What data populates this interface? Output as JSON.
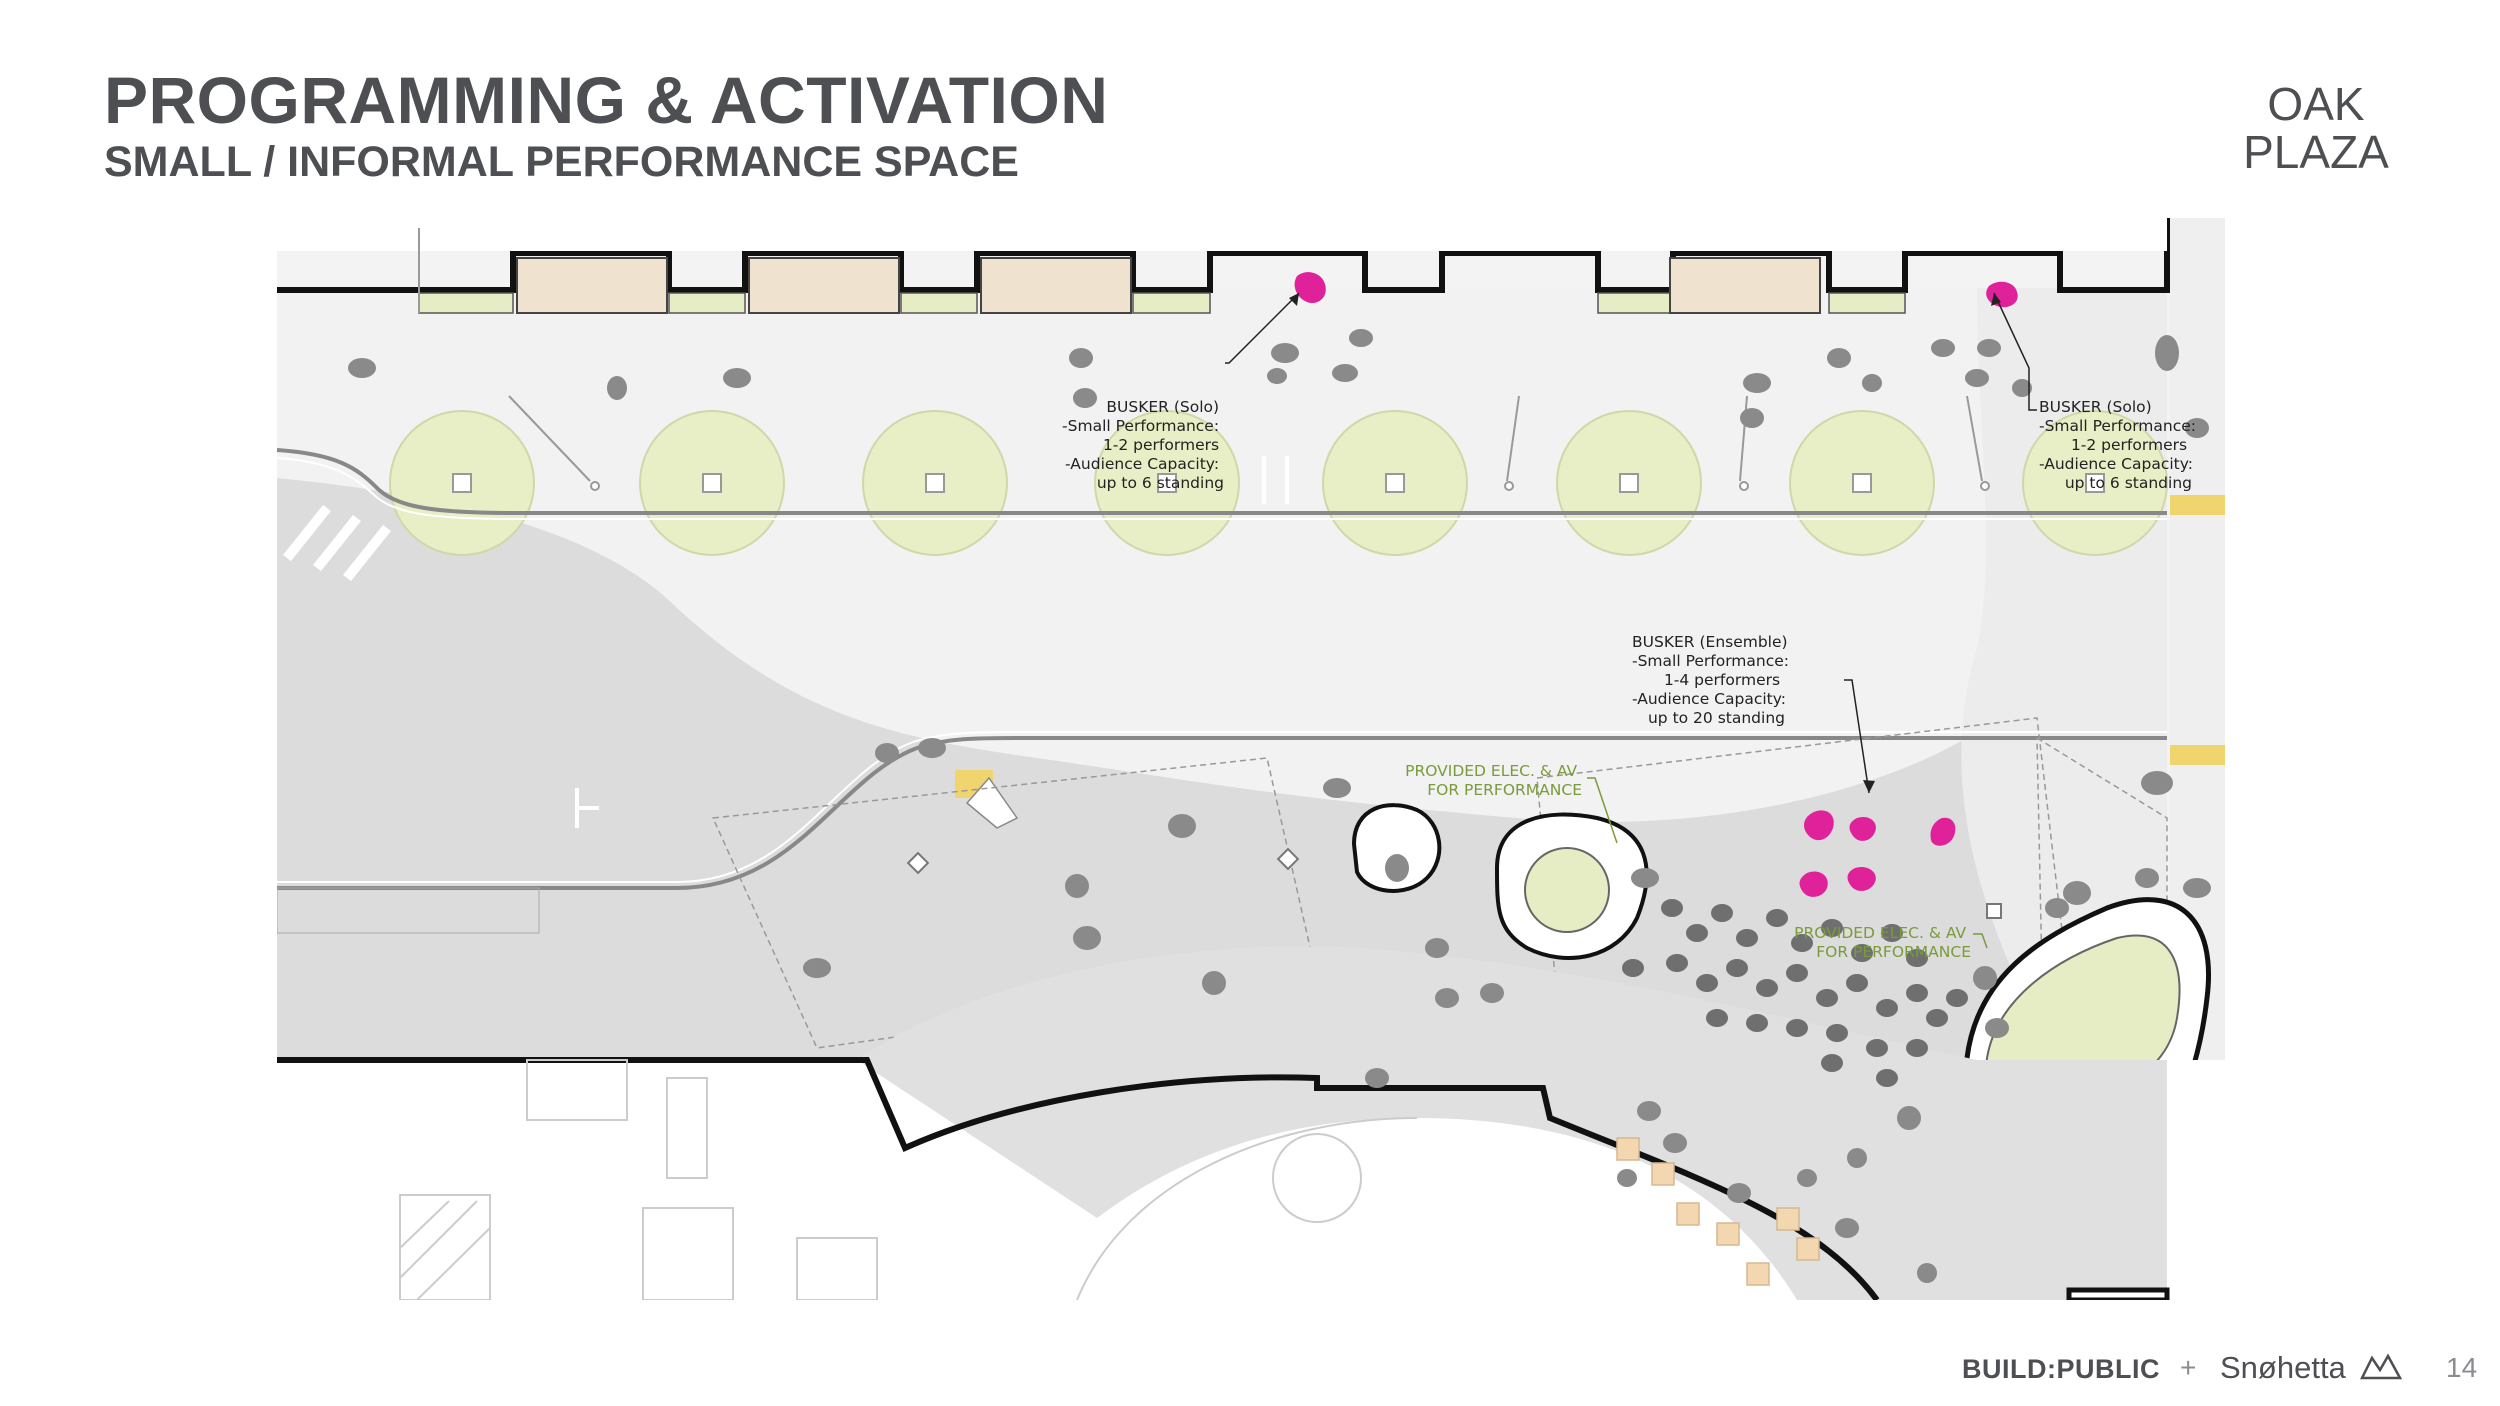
{
  "header": {
    "title": "PROGRAMMING & ACTIVATION",
    "subtitle": "SMALL / INFORMAL PERFORMANCE SPACE",
    "site_line1": "OAK",
    "site_line2": "PLAZA"
  },
  "callouts": {
    "busker_solo_left": [
      "BUSKER (Solo)",
      "-Small Performance:",
      "1-2 performers",
      "-Audience Capacity:",
      "up to 6 standing"
    ],
    "busker_solo_right": [
      "BUSKER (Solo)",
      "-Small Performance:",
      "1-2 performers",
      "-Audience Capacity:",
      "up to 6 standing"
    ],
    "busker_ensemble": [
      "BUSKER (Ensemble)",
      "-Small Performance:",
      "1-4 performers",
      "-Audience Capacity:",
      "up to 20 standing"
    ],
    "elec_av_center": [
      "PROVIDED ELEC. & AV",
      "FOR PERFORMANCE"
    ],
    "elec_av_right": [
      "PROVIDED ELEC. & AV",
      "FOR PERFORMANCE"
    ]
  },
  "footer": {
    "logo_build": "BUILD:PUBLIC",
    "plus": "+",
    "logo_snohetta": "Snøhetta",
    "page_number": "14"
  },
  "colors": {
    "heading": "#4d4f53",
    "performer": "#e0229a",
    "planter": "#e6ecc4",
    "elec_callout": "#7a9b3a",
    "paving_dark": "#d9d9d9",
    "paving_light": "#f1f1f1"
  }
}
